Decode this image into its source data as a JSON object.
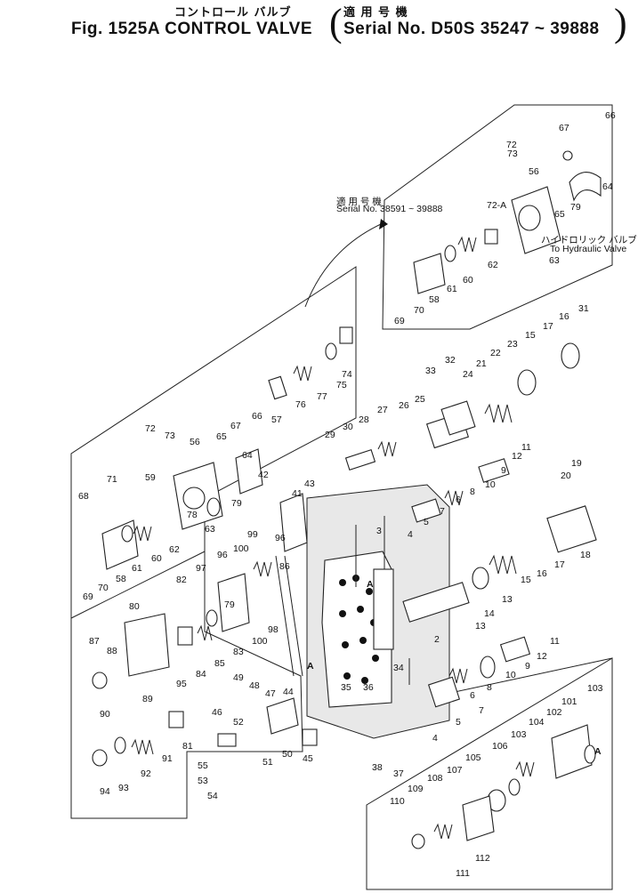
{
  "header": {
    "fig_jp": "コントロール バルブ",
    "fig_title": "Fig. 1525A  CONTROL VALVE",
    "apply_jp": "適 用 号 機",
    "serial": "Serial No. D50S  35247 ~ 39888"
  },
  "inset": {
    "serial_jp": "適 用 号 機",
    "serial": "Serial No. 38591 ~ 39888",
    "hyd_jp": "ハイドロリック バルブ へ",
    "hyd_en": "To Hydraulic Valve"
  },
  "labels": {
    "a1": "A",
    "a2": "A",
    "n2": "2",
    "n3": "3",
    "n4": "4",
    "n4b": "4",
    "n5": "5",
    "n5b": "5",
    "n6": "6",
    "n6b": "6",
    "n7": "7",
    "n7b": "7",
    "n8": "8",
    "n8b": "8",
    "n9": "9",
    "n9b": "9",
    "n10": "10",
    "n10b": "10",
    "n11": "11",
    "n11b": "11",
    "n12": "12",
    "n12b": "12",
    "n13": "13",
    "n13b": "13",
    "n14": "14",
    "n15": "15",
    "n15b": "15",
    "n16": "16",
    "n16b": "16",
    "n17": "17",
    "n17b": "17",
    "n18": "18",
    "n19": "19",
    "n20": "20",
    "n21": "21",
    "n22": "22",
    "n23": "23",
    "n24": "24",
    "n25": "25",
    "n26": "26",
    "n27": "27",
    "n28": "28",
    "n29": "29",
    "n30": "30",
    "n31": "31",
    "n32": "32",
    "n33": "33",
    "n34": "34",
    "n35": "35",
    "n36": "36",
    "n37": "37",
    "n38": "38",
    "n41": "41",
    "n42": "42",
    "n43": "43",
    "n44": "44",
    "n45": "45",
    "n46": "46",
    "n47": "47",
    "n48": "48",
    "n49": "49",
    "n50": "50",
    "n51": "51",
    "n52": "52",
    "n53": "53",
    "n54": "54",
    "n55": "55",
    "n56": "56",
    "n56b": "56",
    "n57": "57",
    "n58": "58",
    "n58b": "58",
    "n59": "59",
    "n60": "60",
    "n60b": "60",
    "n61": "61",
    "n61b": "61",
    "n62": "62",
    "n62b": "62",
    "n63": "63",
    "n63b": "63",
    "n64": "64",
    "n64b": "64",
    "n65": "65",
    "n65b": "65",
    "n66": "66",
    "n66b": "66",
    "n67": "67",
    "n67b": "67",
    "n68": "68",
    "n69": "69",
    "n69b": "69",
    "n70": "70",
    "n70b": "70",
    "n71": "71",
    "n72": "72",
    "n72b": "72",
    "n72a": "72-A",
    "n73": "73",
    "n73b": "73",
    "n74": "74",
    "n75": "75",
    "n76": "76",
    "n77": "77",
    "n78": "78",
    "n79": "79",
    "n79b": "79",
    "n79c": "79",
    "n80": "80",
    "n81": "81",
    "n82": "82",
    "n83": "83",
    "n84": "84",
    "n85": "85",
    "n86": "86",
    "n87": "87",
    "n88": "88",
    "n89": "89",
    "n90": "90",
    "n91": "91",
    "n92": "92",
    "n93": "93",
    "n94": "94",
    "n95": "95",
    "n96": "96",
    "n96b": "96",
    "n97": "97",
    "n98": "98",
    "n99": "99",
    "n100": "100",
    "n100b": "100",
    "n101": "101",
    "n102": "102",
    "n103": "103",
    "n103b": "103",
    "n104": "104",
    "n105": "105",
    "n106": "106",
    "n107": "107",
    "n108": "108",
    "n109": "109",
    "n110": "110",
    "n111": "111",
    "n112": "112",
    "a_arrow": "A"
  }
}
